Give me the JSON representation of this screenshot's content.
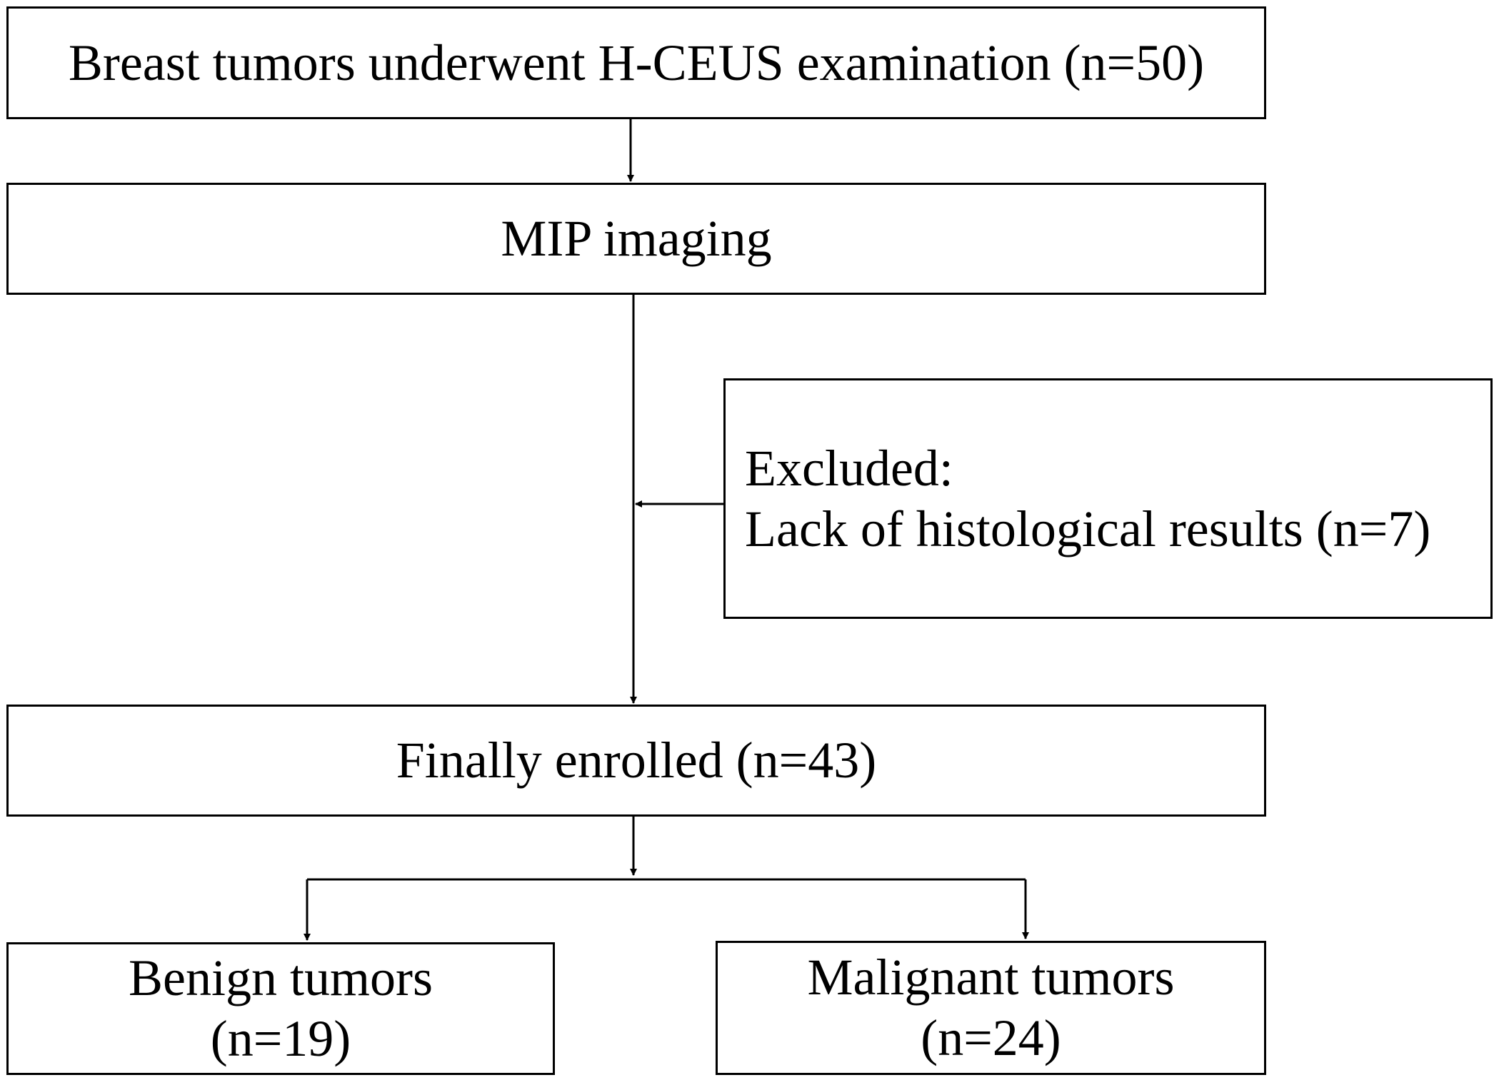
{
  "flowchart": {
    "start": {
      "lines": [
        "Breast tumors underwent H-CEUS  examination (n=50)"
      ]
    },
    "mip": {
      "lines": [
        "MIP imaging"
      ]
    },
    "excluded": {
      "lines": [
        "Excluded:",
        "Lack of histological  results (n=7)"
      ]
    },
    "enrolled": {
      "lines": [
        "Finally  enrolled (n=43)"
      ]
    },
    "benign": {
      "lines": [
        "Benign tumors",
        "(n=19)"
      ]
    },
    "malignant": {
      "lines": [
        "Malignant  tumors",
        "(n=24)"
      ]
    }
  },
  "colors": {
    "line": "#000000",
    "box_border": "#000000",
    "background": "#ffffff"
  }
}
